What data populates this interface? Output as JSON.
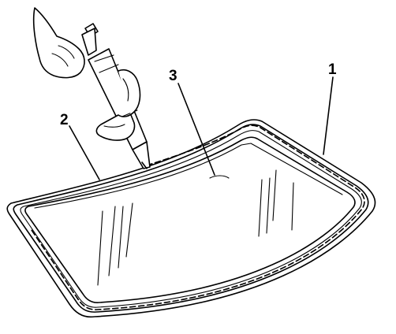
{
  "callouts": {
    "item_1": "1",
    "item_2": "2",
    "item_3": "3"
  },
  "colors": {
    "ink": "#000000",
    "paper": "#ffffff"
  }
}
